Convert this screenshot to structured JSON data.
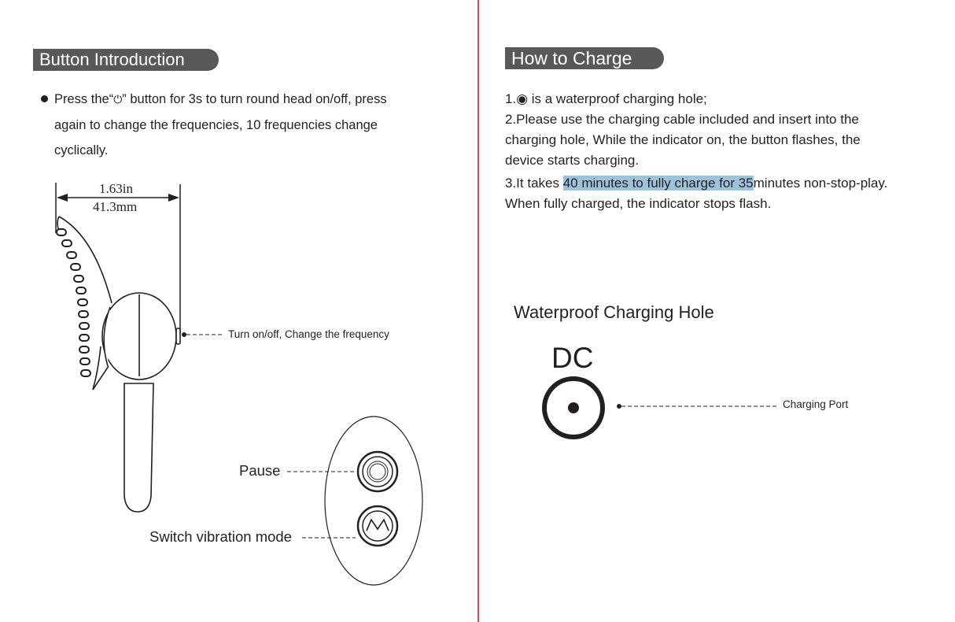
{
  "left": {
    "heading": "Button Introduction",
    "bullet_pre": "Press  the“",
    "bullet_icon": "power-icon",
    "bullet_post": "” button  for 3s to turn round head on/off, press",
    "line2": "again to change the frequencies, 10 frequencies change",
    "line3": "cyclically.",
    "dimension_in": "1.63in",
    "dimension_mm": "41.3mm",
    "callout_power": "Turn on/off, Change the frequency",
    "callout_pause": "Pause",
    "callout_mode": "Switch vibration mode"
  },
  "right": {
    "heading": "How to Charge",
    "step1_pre": "1.",
    "step1_icon": "charging-hole-icon",
    "step1_post": " is a waterproof charging hole;",
    "step2_l1": "2.Please use the charging cable included and insert into the",
    "step2_l2": "charging hole, While the indicator on, the button flashes, the",
    "step2_l3": "device starts charging.",
    "step3_pre": "3.It takes ",
    "step3_highlight": "40 minutes to fully charge for 35",
    "step3_post": "minutes non-stop-play.",
    "step3_l2": "When fully charged, the indicator stops flash.",
    "port_title": "Waterproof Charging Hole",
    "dc_label": "DC",
    "port_callout": "Charging Port"
  },
  "colors": {
    "pill": "#58585a",
    "divider": "#e0474f",
    "highlight": "#9dc3dc"
  }
}
